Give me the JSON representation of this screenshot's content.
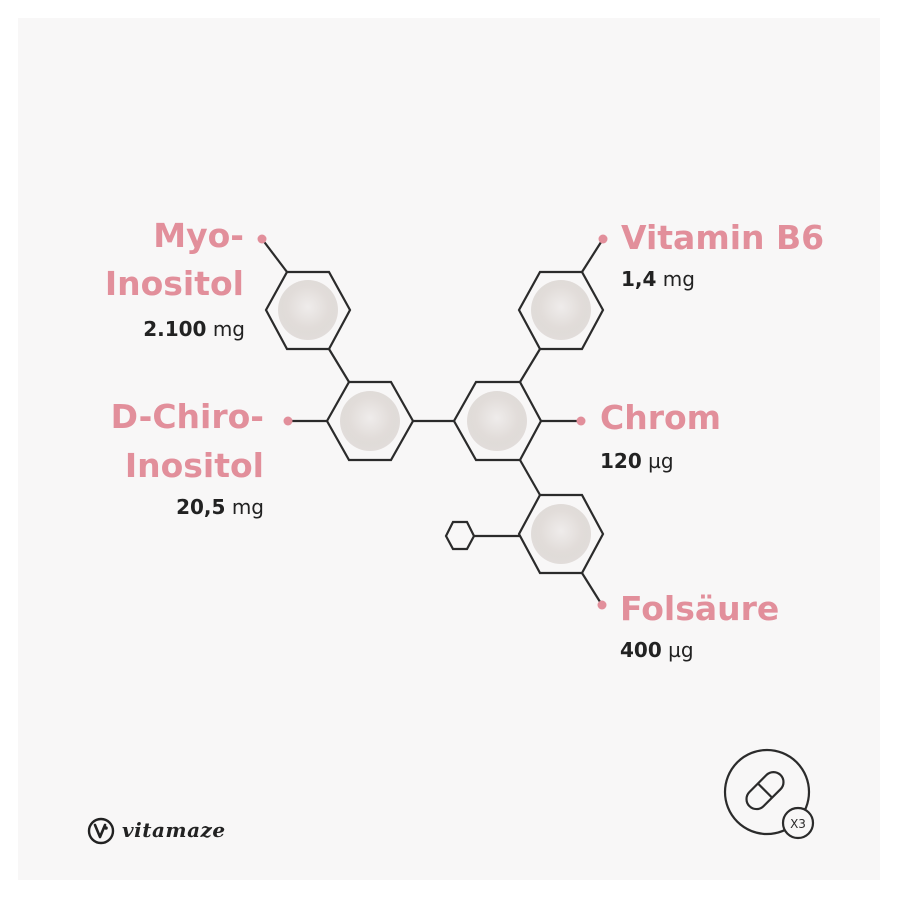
{
  "brand": {
    "name": "vitamaze"
  },
  "ingredients": [
    {
      "name_line1": "Myo-",
      "name_line2": "Inositol",
      "dose_value": "2.100",
      "dose_unit": "mg"
    },
    {
      "name_line1": "D-Chiro-",
      "name_line2": "Inositol",
      "dose_value": "20,5",
      "dose_unit": "mg"
    },
    {
      "name_line1": "Vitamin B6",
      "dose_value": "1,4",
      "dose_unit": "mg"
    },
    {
      "name_line1": "Chrom",
      "dose_value": "120",
      "dose_unit": "µg"
    },
    {
      "name_line1": "Folsäure",
      "dose_value": "400",
      "dose_unit": "µg"
    }
  ],
  "capsule_badge": {
    "count_label": "X3",
    "icon": "capsule-icon"
  },
  "colors": {
    "accent": "#e28f9b",
    "text": "#222222",
    "background": "#f8f7f7",
    "powder": "#e8e4e2"
  }
}
